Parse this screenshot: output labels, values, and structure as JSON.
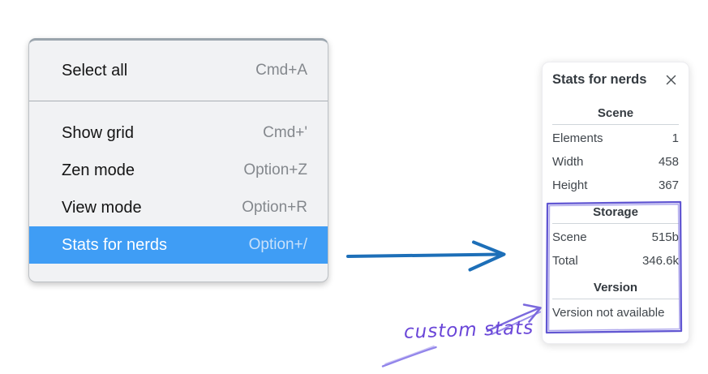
{
  "context_menu": {
    "items": [
      {
        "label": "Select all",
        "shortcut": "Cmd+A"
      },
      {
        "label": "Show grid",
        "shortcut": "Cmd+'"
      },
      {
        "label": "Zen mode",
        "shortcut": "Option+Z"
      },
      {
        "label": "View mode",
        "shortcut": "Option+R"
      },
      {
        "label": "Stats for nerds",
        "shortcut": "Option+/",
        "selected": true
      }
    ]
  },
  "stats_panel": {
    "title": "Stats for nerds",
    "sections": {
      "scene": {
        "heading": "Scene",
        "rows": [
          {
            "label": "Elements",
            "value": "1"
          },
          {
            "label": "Width",
            "value": "458"
          },
          {
            "label": "Height",
            "value": "367"
          }
        ]
      },
      "storage": {
        "heading": "Storage",
        "rows": [
          {
            "label": "Scene",
            "value": "515b"
          },
          {
            "label": "Total",
            "value": "346.6k"
          }
        ]
      },
      "version": {
        "heading": "Version",
        "note": "Version not available"
      }
    }
  },
  "annotation": {
    "label": "custom stats"
  },
  "colors": {
    "menu_highlight": "#3f9df5",
    "flow_arrow_blue": "#1d6fb8",
    "annotation_purple": "#6a46d8",
    "highlight_box_purple": "#6156d2"
  }
}
